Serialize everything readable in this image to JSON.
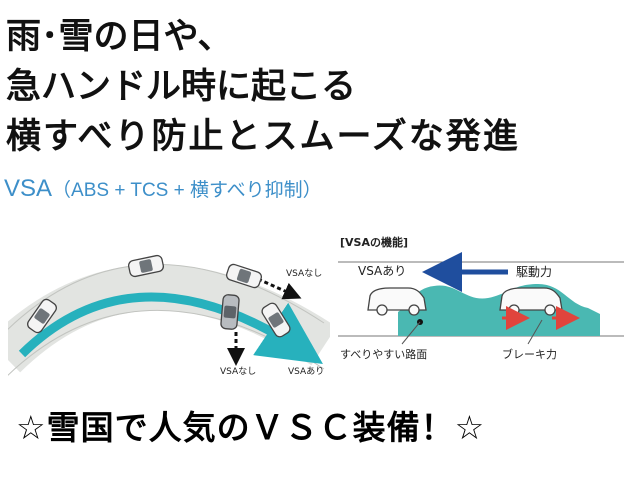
{
  "headline": {
    "line1": "雨･雪の日や、",
    "line2": "急ハンドル時に起こる",
    "line3": "横すべり防止とスムーズな発進"
  },
  "subtitle": {
    "main": "VSA",
    "detail": "（ABS + TCS + 横すべり抑制）"
  },
  "left_diagram": {
    "label_nashi_top": "VSAなし",
    "label_nashi_bottom": "VSAなし",
    "label_ari": "VSAあり"
  },
  "right_diagram": {
    "title": "[VSAの機能]",
    "label_ari": "VSAあり",
    "label_drive": "駆動力",
    "label_surface": "すべりやすい路面",
    "label_brake": "ブレーキ力"
  },
  "footer": {
    "text": "☆雪国で人気のＶＳＣ装備！☆"
  },
  "colors": {
    "headline": "#111111",
    "subtitle": "#3d8fc9",
    "road_arc": "#27b1bd",
    "diagram_blue": "#1f4e9e",
    "brake_red": "#e0443c",
    "slippery_surface": "#4ab8b2"
  }
}
